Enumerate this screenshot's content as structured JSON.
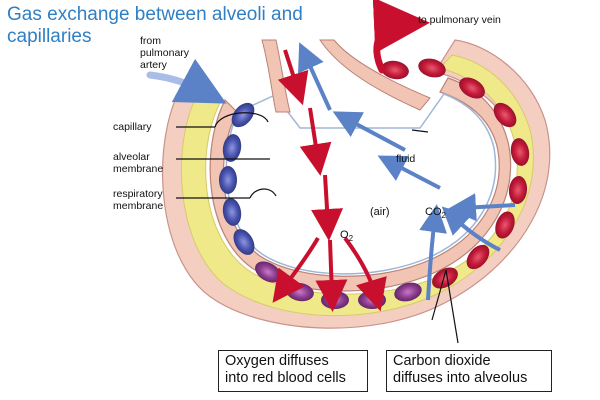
{
  "title": "Gas exchange between alveoli and\ncapillaries",
  "labels": {
    "from_artery": "from\npulmonary\nartery",
    "to_vein": "to pulmonary vein",
    "capillary": "capillary",
    "alveolar_membrane": "alveolar\nmembrane",
    "respiratory_membrane": "respiratory\nmembrane",
    "fluid": "fluid",
    "air": "(air)",
    "co2": "CO",
    "co2_sub": "2",
    "o2": "O",
    "o2_sub": "2"
  },
  "boxes": {
    "oxygen": "Oxygen diffuses\ninto red blood cells",
    "co2": "Carbon dioxide\ndiffuses into alveolus"
  },
  "colors": {
    "title": "#2f7fc4",
    "oxygen_arrow": "#c8102e",
    "co2_arrow": "#5b82c7",
    "deoxygenated_cell": "#4a55b0",
    "oxygenated_cell": "#c41a3a",
    "plasma": "#efe98a",
    "tissue": "#f4cfc1"
  }
}
